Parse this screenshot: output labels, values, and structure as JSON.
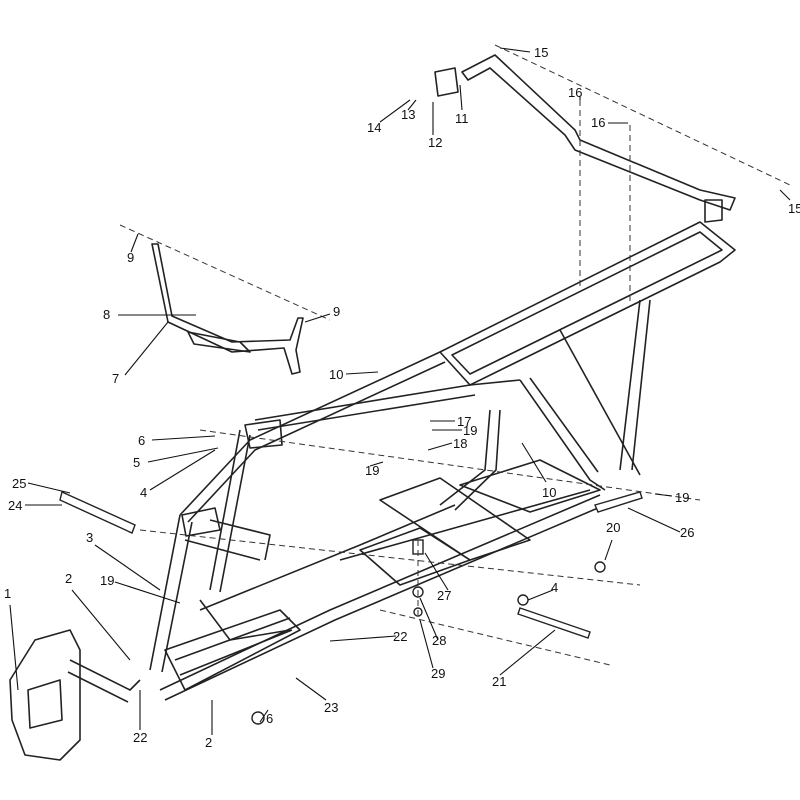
{
  "diagram": {
    "title": "ATV frame exploded parts diagram",
    "callouts": [
      "1",
      "2",
      "2",
      "3",
      "4",
      "4",
      "5",
      "6",
      "6",
      "7",
      "8",
      "9",
      "9",
      "10",
      "10",
      "11",
      "12",
      "13",
      "14",
      "15",
      "15",
      "16",
      "16",
      "17",
      "18",
      "19",
      "19",
      "19",
      "19",
      "20",
      "21",
      "22",
      "22",
      "23",
      "24",
      "25",
      "26",
      "27",
      "28",
      "29"
    ]
  }
}
